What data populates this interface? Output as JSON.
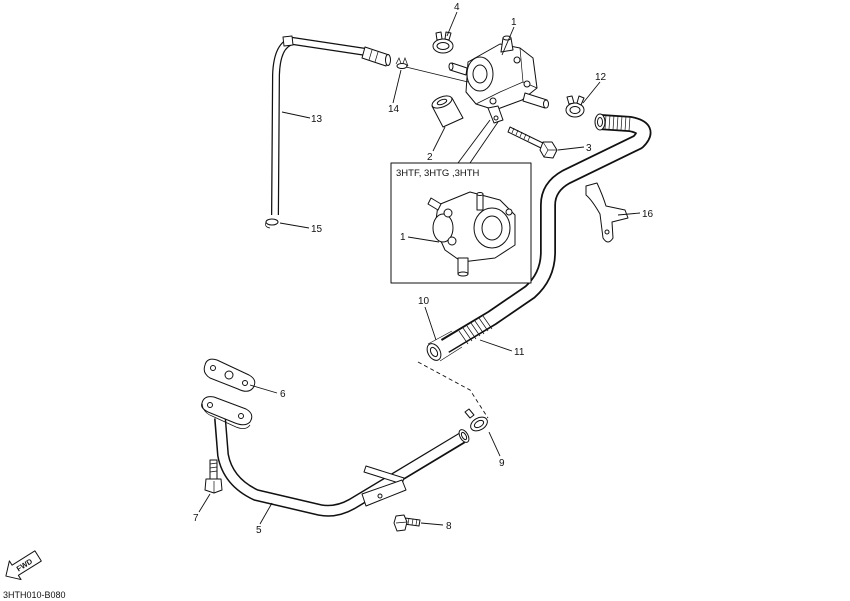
{
  "callouts": {
    "n1": "1",
    "n2": "2",
    "n3": "3",
    "n4": "4",
    "n5": "5",
    "n6": "6",
    "n7": "7",
    "n8": "8",
    "n9": "9",
    "n10": "10",
    "n11": "11",
    "n12": "12",
    "n13": "13",
    "n14": "14",
    "n15": "15",
    "n16": "16"
  },
  "inset": {
    "label": "3HTF, 3HTG ,3HTH",
    "callout": "1"
  },
  "fwd_label": "FWD",
  "figure_code": "3HTH010-B080"
}
